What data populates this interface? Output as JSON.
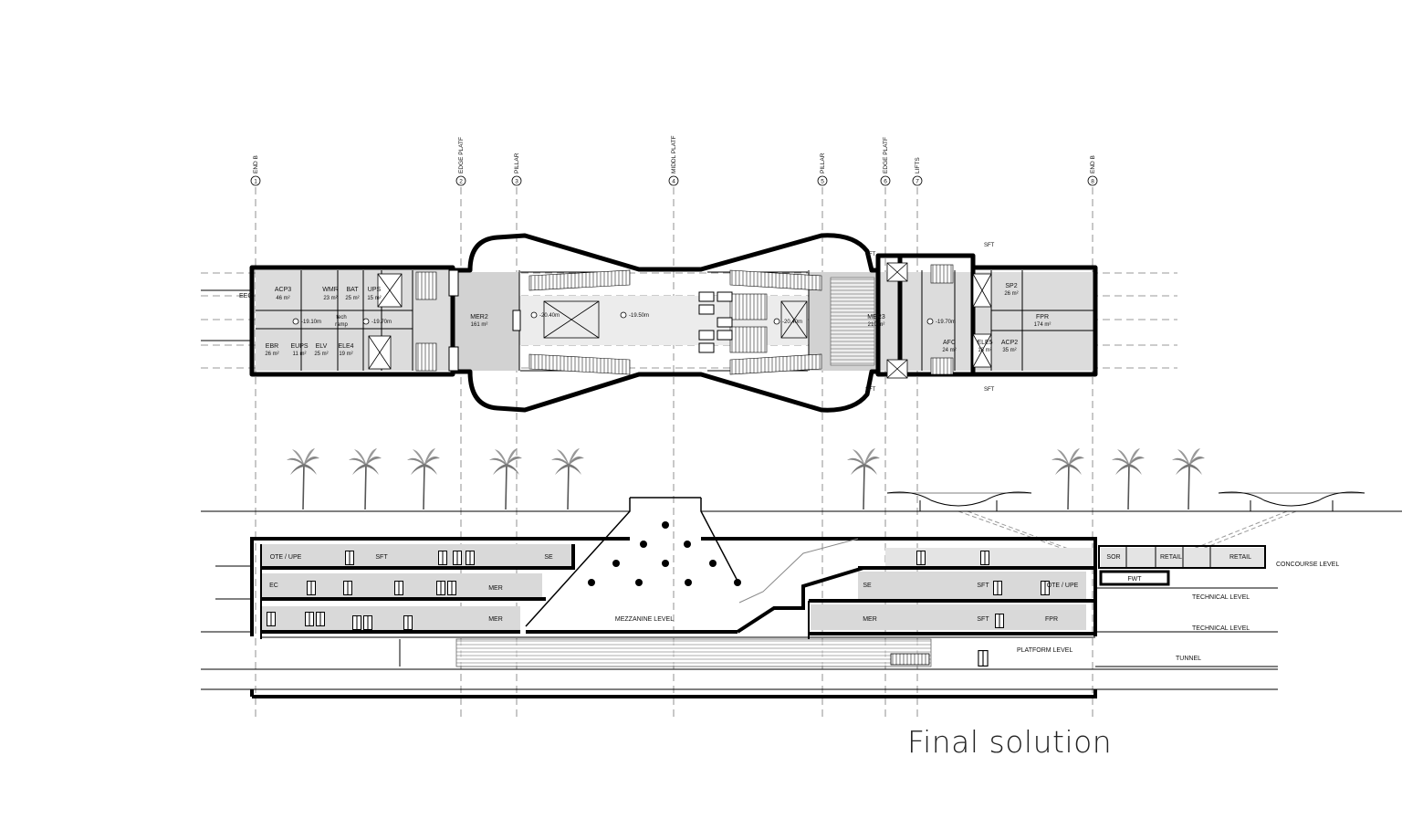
{
  "caption": "Final solution",
  "axes": [
    {
      "num": "1",
      "name": "END B"
    },
    {
      "num": "2",
      "name": "EDGE PLATF"
    },
    {
      "num": "3",
      "name": "PILLAR"
    },
    {
      "num": "4",
      "name": "MIDDL PLATF"
    },
    {
      "num": "5",
      "name": "PILLAR"
    },
    {
      "num": "6",
      "name": "EDGE PLATF"
    },
    {
      "num": "7",
      "name": "LIFTS"
    },
    {
      "num": "8",
      "name": "END B"
    }
  ],
  "plan": {
    "eec": "EEC",
    "rooms": [
      {
        "name": "ACP3",
        "area": "46 m²"
      },
      {
        "name": "WMR",
        "area": "23 m²"
      },
      {
        "name": "BAT",
        "area": "25 m²"
      },
      {
        "name": "UPS",
        "area": "15 m²"
      },
      {
        "name": "tech",
        "area": "ramp"
      },
      {
        "name": "EBR",
        "area": "26 m²"
      },
      {
        "name": "EUPS",
        "area": "11 m²"
      },
      {
        "name": "ELV",
        "area": "25 m²"
      },
      {
        "name": "ELE4",
        "area": "19 m²"
      },
      {
        "name": "MER2",
        "area": "161 m²"
      },
      {
        "name": "MER3",
        "area": "210 m²"
      },
      {
        "name": "AFC",
        "area": "24 m²"
      },
      {
        "name": "ELE5",
        "area": "18 m²"
      },
      {
        "name": "ACP2",
        "area": "35 m²"
      },
      {
        "name": "SP2",
        "area": "26 m²"
      },
      {
        "name": "FPR",
        "area": "174 m²"
      }
    ],
    "levels": [
      "-19.10m",
      "-19.70m",
      "-20.40m",
      "-19.50m",
      "-20.40m",
      "-19.70m"
    ],
    "sft": "SFT"
  },
  "section": {
    "rooms": {
      "ote_upe_left": "OTE / UPE",
      "sft_top_left": "SFT",
      "se_top_left": "SE",
      "ec": "EC",
      "mer_mid_left": "MER",
      "mer_bot_left": "MER",
      "mezzanine": "MEZZANINE LEVEL",
      "se_right": "SE",
      "sft_mid_right": "SFT",
      "ote_upe_right": "OTE / UPE",
      "mer_bot_right": "MER",
      "sft_bot_right": "SFT",
      "fpr": "FPR",
      "sor": "SOR",
      "retail1": "RETAIL",
      "retail2": "RETAIL",
      "fwt": "FWT"
    },
    "levels": {
      "concourse": "CONCOURSE LEVEL",
      "technical1": "TECHNICAL LEVEL",
      "technical2": "TECHNICAL LEVEL",
      "platform": "PLATFORM LEVEL",
      "tunnel": "TUNNEL"
    }
  }
}
